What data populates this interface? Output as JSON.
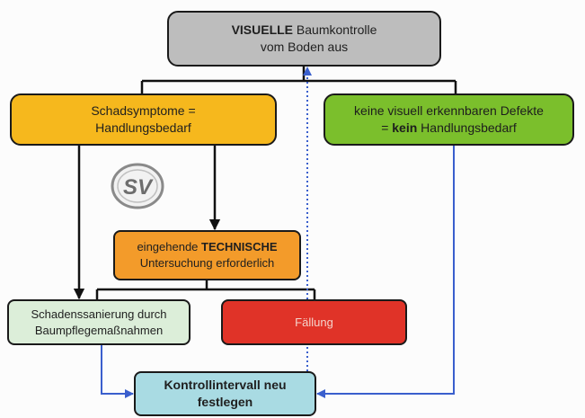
{
  "visual_box": {
    "emphasis": "VISUELLE",
    "text_1": " Baumkontrolle",
    "text_2": "vom Boden aus"
  },
  "damage_box": {
    "line1": "Schadsymptome =",
    "line2": "Handlungsbedarf"
  },
  "no_defect_box": {
    "line1": "keine visuell erkennbaren Defekte",
    "line2_prefix": "= ",
    "line2_emphasis": "kein",
    "line2_suffix": " Handlungsbedarf"
  },
  "technical_box": {
    "line1_prefix": "eingehende ",
    "line1_emphasis": "TECHNISCHE",
    "line2": "Untersuchung erforderlich"
  },
  "repair_box": {
    "line1": "Schadenssanierung durch",
    "line2": "Baumpflegemaßnahmen"
  },
  "felling_box": {
    "label": "Fällung"
  },
  "interval_box": {
    "line1": "Kontrollintervall neu",
    "line2": "festlegen"
  },
  "logo": {
    "text": "SV"
  },
  "colors": {
    "visual": "#bdbdbd",
    "damage": "#f6b81d",
    "no_defect": "#7bbf2c",
    "technical": "#f39b2a",
    "repair": "#dceed9",
    "felling": "#e03328",
    "interval": "#a9dbe3",
    "feedback_arrow": "#3a5fcd"
  }
}
